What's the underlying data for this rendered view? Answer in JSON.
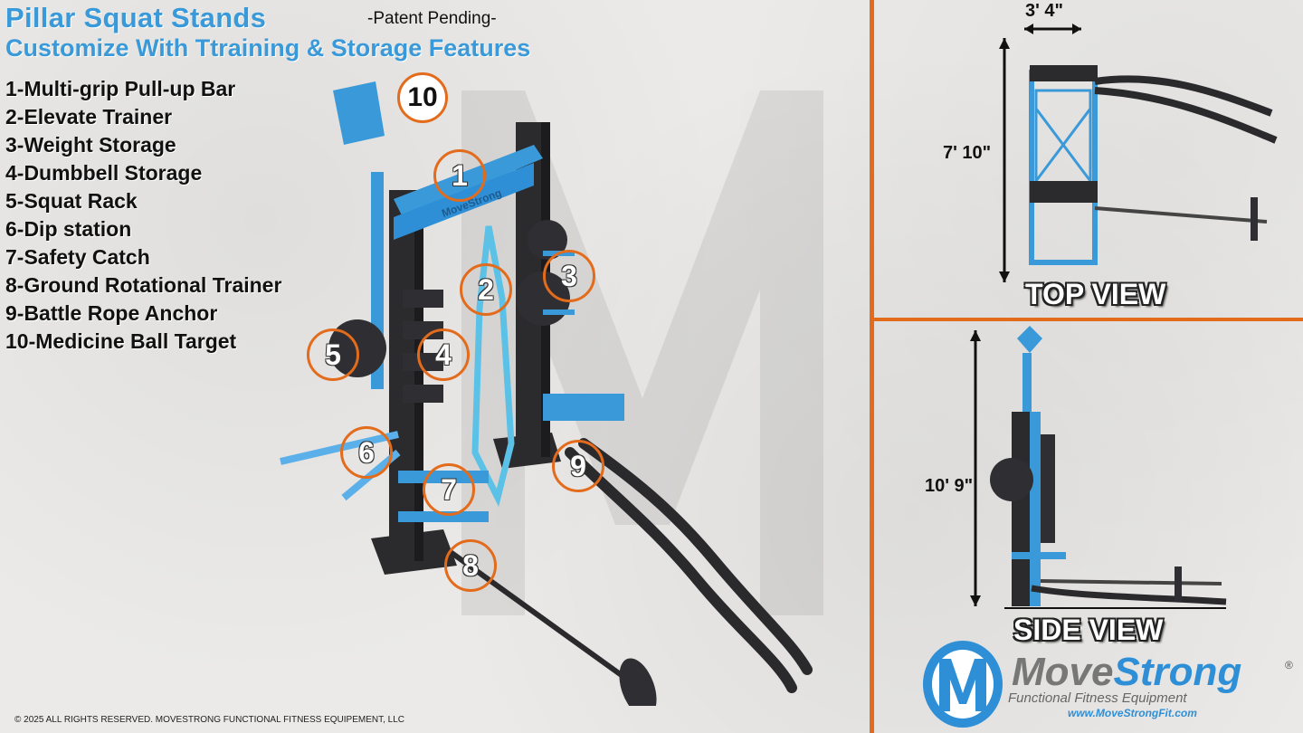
{
  "header": {
    "title": "Pillar Squat Stands",
    "patent": "-Patent Pending-",
    "subtitle": "Customize With Ttraining & Storage Features"
  },
  "features": [
    "1-Multi-grip Pull-up Bar",
    "2-Elevate Trainer",
    "3-Weight Storage",
    "4-Dumbbell Storage",
    "5-Squat Rack",
    "6-Dip station",
    "7-Safety Catch",
    "8-Ground Rotational Trainer",
    "9-Battle Rope Anchor",
    "10-Medicine Ball Target"
  ],
  "callouts": [
    "1",
    "2",
    "3",
    "4",
    "5",
    "6",
    "7",
    "8",
    "9",
    "10"
  ],
  "top_view": {
    "label": "TOP  VIEW",
    "width": "3' 4\"",
    "height": "7' 10\""
  },
  "side_view": {
    "label": "SIDE VIEW",
    "height": "10' 9\""
  },
  "logo": {
    "brand_a": "Move",
    "brand_b": "Strong",
    "registered": "®",
    "tagline": "Functional Fitness Equipment",
    "url": "www.MoveStrongFit.com",
    "bar_text": "MoveStrong"
  },
  "copyright": "© 2025 ALL RIGHTS RESERVED. MOVESTRONG FUNCTIONAL FITNESS EQUIPEMENT, LLC",
  "colors": {
    "accent_blue": "#3a9ad9",
    "callout_orange": "#e36b1c",
    "frame_dark": "#2b2b2e"
  }
}
